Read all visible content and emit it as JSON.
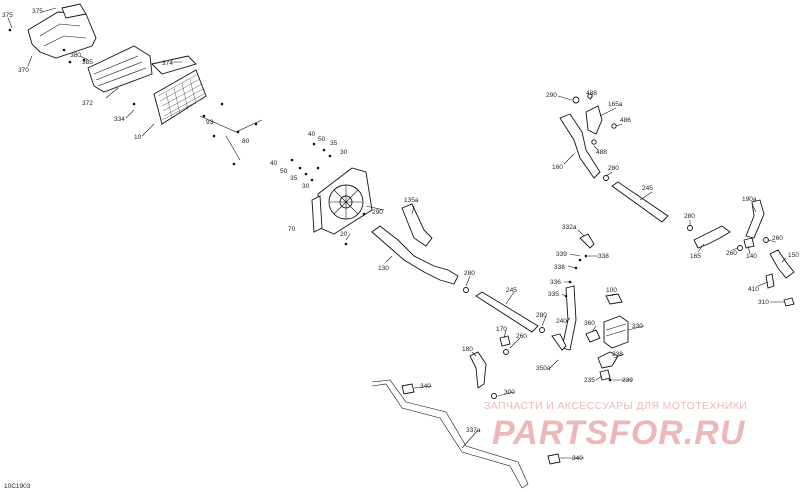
{
  "diagram_id": "10C1903",
  "watermark": {
    "subtitle": "ЗАПЧАСТИ И АКСЕССУАРЫ ДЛЯ МОТОТЕХНИКИ",
    "brand": "PARTSFOR.RU",
    "color": "#e8a0a0"
  },
  "callouts": [
    {
      "key": "375a",
      "text": "375"
    },
    {
      "key": "375b",
      "text": "375"
    },
    {
      "key": "370",
      "text": "370"
    },
    {
      "key": "380",
      "text": "380"
    },
    {
      "key": "385",
      "text": "385"
    },
    {
      "key": "372",
      "text": "372"
    },
    {
      "key": "374",
      "text": "374"
    },
    {
      "key": "334",
      "text": "334"
    },
    {
      "key": "10",
      "text": "10"
    },
    {
      "key": "93",
      "text": "93"
    },
    {
      "key": "80",
      "text": "80"
    },
    {
      "key": "40a",
      "text": "40"
    },
    {
      "key": "50a",
      "text": "50"
    },
    {
      "key": "35a",
      "text": "35"
    },
    {
      "key": "30a",
      "text": "30"
    },
    {
      "key": "40b",
      "text": "40"
    },
    {
      "key": "50b",
      "text": "50"
    },
    {
      "key": "35b",
      "text": "35"
    },
    {
      "key": "30b",
      "text": "30"
    },
    {
      "key": "70",
      "text": "70"
    },
    {
      "key": "290a",
      "text": "290"
    },
    {
      "key": "20",
      "text": "20"
    },
    {
      "key": "135a",
      "text": "135a"
    },
    {
      "key": "130",
      "text": "130"
    },
    {
      "key": "280a",
      "text": "280"
    },
    {
      "key": "245a",
      "text": "245"
    },
    {
      "key": "290b",
      "text": "290"
    },
    {
      "key": "488a",
      "text": "488"
    },
    {
      "key": "165a",
      "text": "165a"
    },
    {
      "key": "486",
      "text": "486"
    },
    {
      "key": "488b",
      "text": "488"
    },
    {
      "key": "160",
      "text": "160"
    },
    {
      "key": "280b",
      "text": "280"
    },
    {
      "key": "245b",
      "text": "245"
    },
    {
      "key": "280c",
      "text": "280"
    },
    {
      "key": "190a",
      "text": "190a"
    },
    {
      "key": "165",
      "text": "165"
    },
    {
      "key": "140",
      "text": "140"
    },
    {
      "key": "260a",
      "text": "260"
    },
    {
      "key": "260b",
      "text": "260"
    },
    {
      "key": "150",
      "text": "150"
    },
    {
      "key": "410",
      "text": "410"
    },
    {
      "key": "310",
      "text": "310"
    },
    {
      "key": "332a",
      "text": "332a"
    },
    {
      "key": "339",
      "text": "339"
    },
    {
      "key": "338a",
      "text": "338"
    },
    {
      "key": "338b",
      "text": "338"
    },
    {
      "key": "336",
      "text": "336"
    },
    {
      "key": "335",
      "text": "335"
    },
    {
      "key": "100",
      "text": "100"
    },
    {
      "key": "280d",
      "text": "280"
    },
    {
      "key": "240",
      "text": "240"
    },
    {
      "key": "360",
      "text": "360"
    },
    {
      "key": "330",
      "text": "330"
    },
    {
      "key": "170",
      "text": "170"
    },
    {
      "key": "260c",
      "text": "260"
    },
    {
      "key": "180",
      "text": "180"
    },
    {
      "key": "350a",
      "text": "350a"
    },
    {
      "key": "238",
      "text": "238"
    },
    {
      "key": "235",
      "text": "235"
    },
    {
      "key": "239",
      "text": "239"
    },
    {
      "key": "340a",
      "text": "340"
    },
    {
      "key": "300",
      "text": "300"
    },
    {
      "key": "337a",
      "text": "337a"
    },
    {
      "key": "340b",
      "text": "340"
    }
  ]
}
